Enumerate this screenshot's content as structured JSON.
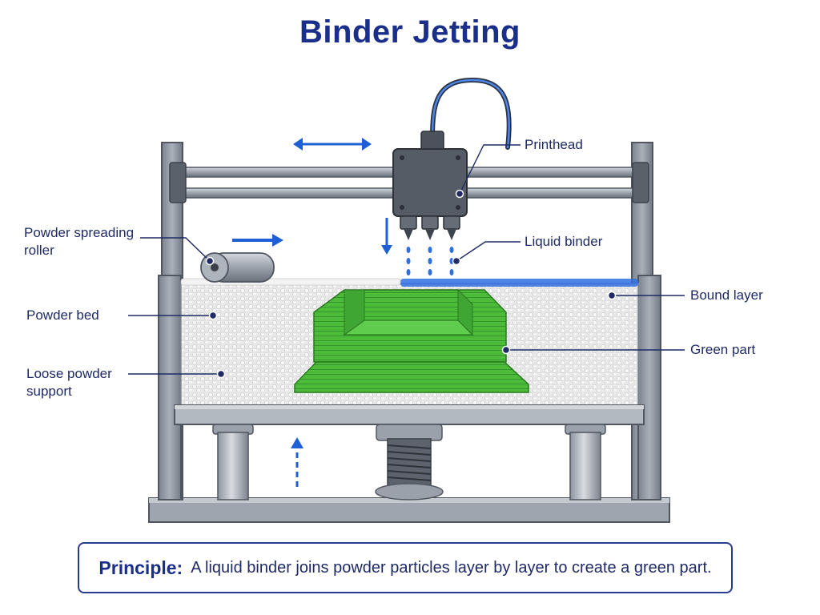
{
  "title": "Binder Jetting",
  "labels": {
    "printhead": "Printhead",
    "liquid_binder": "Liquid binder",
    "roller": "Powder spreading roller",
    "powder_bed": "Powder bed",
    "loose_powder": "Loose powder support",
    "bound_layer": "Bound layer",
    "green_part": "Green part"
  },
  "principle": {
    "heading": "Principle:",
    "text": "A liquid binder joins powder particles layer by layer to create a green part."
  },
  "colors": {
    "title": "#1a2f8a",
    "arrow": "#1f5fd6",
    "green_part": "#4cbb3a",
    "binder": "#2f6fe0",
    "frame": "#7d8593",
    "powder": "#ececec"
  }
}
